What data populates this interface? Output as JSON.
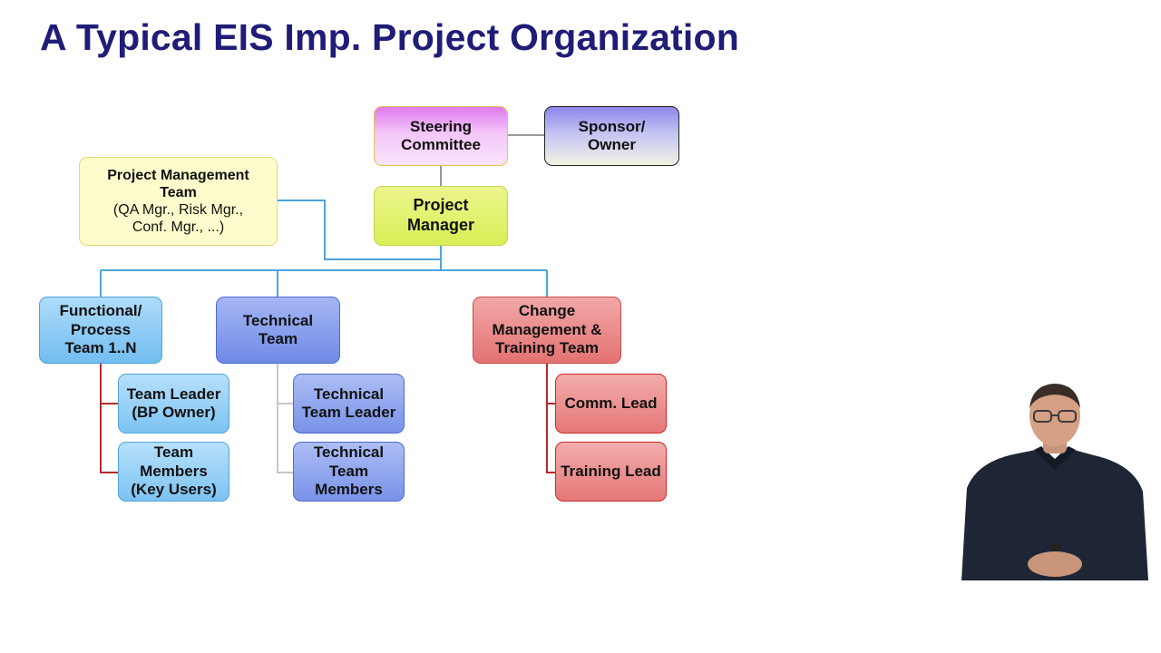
{
  "slide": {
    "title": "A Typical EIS Imp. Project Organization"
  },
  "org_chart": {
    "steering_committee": {
      "line1": "Steering",
      "line2": "Committee"
    },
    "sponsor": {
      "line1": "Sponsor/",
      "line2": "Owner"
    },
    "project_management_team": {
      "line1": "Project Management",
      "line2": "Team",
      "line3": "(QA Mgr., Risk Mgr.,",
      "line4": "Conf. Mgr., ...)"
    },
    "project_manager": {
      "line1": "Project",
      "line2": "Manager"
    },
    "functional_team": {
      "line1": "Functional/",
      "line2": "Process",
      "line3": "Team 1..N",
      "members": [
        {
          "line1": "Team Leader",
          "line2": "(BP Owner)"
        },
        {
          "line1": "Team",
          "line2": "Members",
          "line3": "(Key Users)"
        }
      ]
    },
    "technical_team": {
      "line1": "Technical",
      "line2": "Team",
      "members": [
        {
          "line1": "Technical",
          "line2": "Team Leader"
        },
        {
          "line1": "Technical",
          "line2": "Team",
          "line3": "Members"
        }
      ]
    },
    "change_team": {
      "line1": "Change",
      "line2": "Management &",
      "line3": "Training Team",
      "members": [
        {
          "line1": "Comm. Lead"
        },
        {
          "line1": "Training Lead"
        }
      ]
    }
  },
  "colors": {
    "title": "#1f1d78",
    "connector_blue": "#4ea4dc",
    "connector_gray": "#999999",
    "connector_red": "#b52a2a",
    "connector_lightgray": "#c8c8c8"
  }
}
